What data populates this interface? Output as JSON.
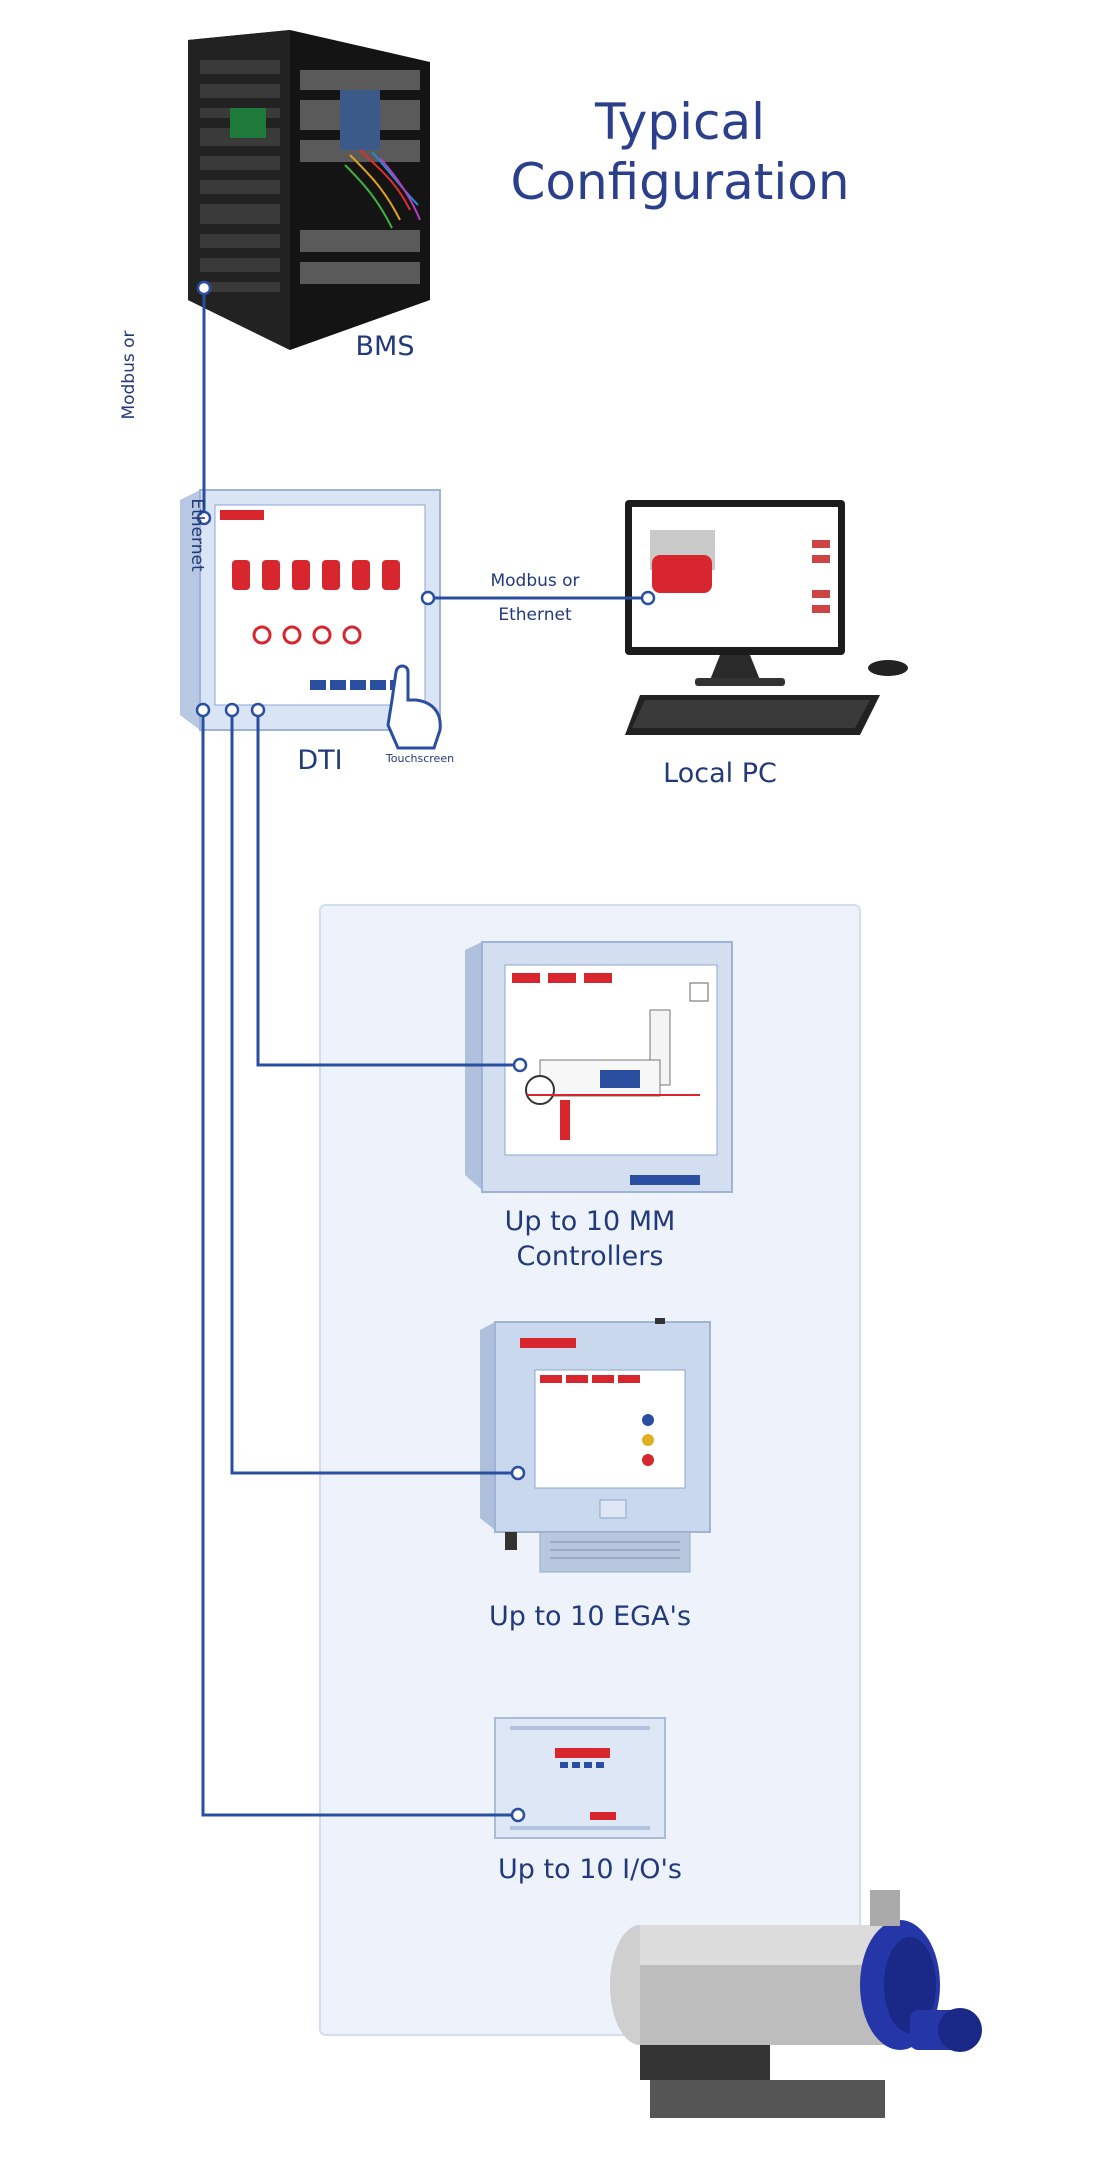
{
  "title": "Typical Configuration",
  "nodes": {
    "bms": {
      "label": "BMS",
      "icon": "server-rack-icon"
    },
    "dti": {
      "label": "DTI",
      "icon": "dti-touchscreen-panel-icon",
      "sub_label": "Touchscreen"
    },
    "local_pc": {
      "label": "Local PC",
      "icon": "desktop-pc-icon"
    },
    "mm_controllers": {
      "label_line1": "Up to 10 MM",
      "label_line2": "Controllers",
      "icon": "mm-controller-icon"
    },
    "egas": {
      "label": "Up to 10 EGA's",
      "icon": "ega-unit-icon"
    },
    "ios": {
      "label": "Up to 10 I/O's",
      "icon": "io-module-icon"
    },
    "boiler": {
      "icon": "boiler-icon"
    }
  },
  "connections": {
    "bms_dti": {
      "label_line1": "Modbus or",
      "label_line2": "Ethernet"
    },
    "dti_pc": {
      "label_line1": "Modbus or",
      "label_line2": "Ethernet"
    }
  },
  "colors": {
    "line": "#2b4fa0",
    "accent": "#2b3f8c",
    "panel": "#eaf0fa",
    "device": "#cfdcef",
    "brand_red": "#d8262e"
  }
}
